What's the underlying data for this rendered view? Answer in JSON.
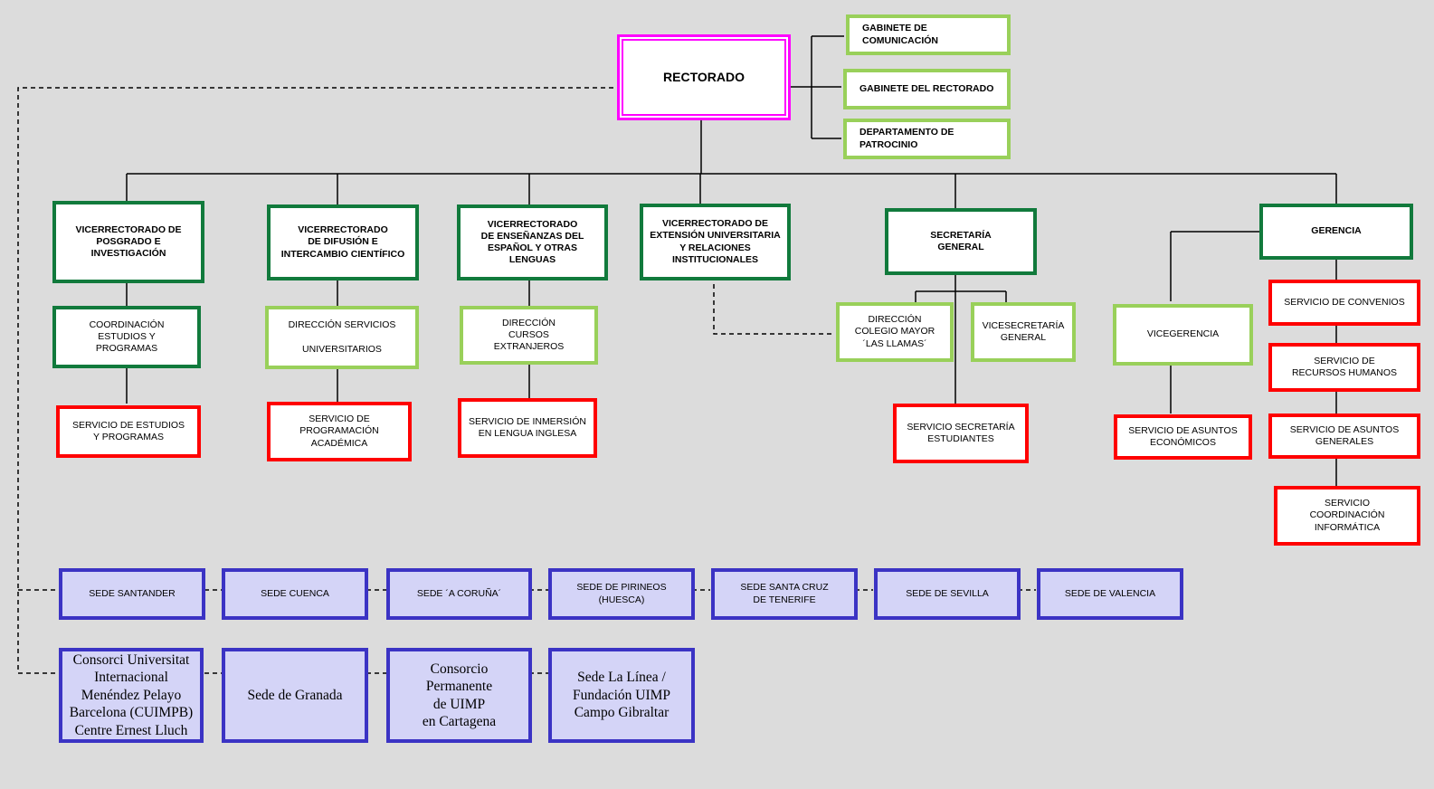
{
  "colors": {
    "background": "#dcdcdc",
    "rector_border": "#ff00ff",
    "dark_green": "#117a3c",
    "light_green": "#99d05a",
    "red": "#ff0000",
    "blue": "#3b33c4",
    "sede_fill": "#d4d4f7"
  },
  "rectorado": "RECTORADO",
  "side": {
    "gabinete_comunicacion": "GABINETE DE\nCOMUNICACIÓN",
    "gabinete_rectorado": "GABINETE DEL RECTORADO",
    "patrocinio": "DEPARTAMENTO DE\nPATROCINIO"
  },
  "vicerrectorados": {
    "posgrado": "VICERRECTORADO DE\nPOSGRADO E\nINVESTIGACIÓN",
    "difusion": "VICERRECTORADO\nDE DIFUSIÓN E\nINTERCAMBIO CIENTÍFICO",
    "espanol": "VICERRECTORADO\nDE ENSEÑANZAS DEL\nESPAÑOL Y OTRAS\nLENGUAS",
    "extension": "VICERRECTORADO DE\nEXTENSIÓN UNIVERSITARIA\nY RELACIONES\nINSTITUCIONALES",
    "secretaria": "SECRETARÍA\nGENERAL",
    "gerencia": "GERENCIA"
  },
  "second_level": {
    "coordinacion": "COORDINACIÓN\nESTUDIOS Y\nPROGRAMAS",
    "direccion_servicios": "DIRECCIÓN SERVICIOS\n\nUNIVERSITARIOS",
    "direccion_cursos": "DIRECCIÓN\nCURSOS\nEXTRANJEROS",
    "colegio_mayor": "DIRECCIÓN\nCOLEGIO MAYOR\n´LAS LLAMAS´",
    "vicesecretaria": "VICESECRETARÍA\nGENERAL",
    "vicegerencia": "VICEGERENCIA"
  },
  "services": {
    "estudios": "SERVICIO DE ESTUDIOS\nY PROGRAMAS",
    "programacion": "SERVICIO DE\nPROGRAMACIÓN\nACADÉMICA",
    "inmersion": "SERVICIO DE INMERSIÓN\nEN LENGUA INGLESA",
    "secretaria_estudiantes": "SERVICIO  SECRETARÍA\nESTUDIANTES",
    "asuntos_economicos": "SERVICIO DE ASUNTOS\nECONÓMICOS",
    "convenios": "SERVICIO DE CONVENIOS",
    "recursos_humanos": "SERVICIO DE\nRECURSOS HUMANOS",
    "asuntos_generales": "SERVICIO DE ASUNTOS\nGENERALES",
    "informatica": "SERVICIO\nCOORDINACIÓN\nINFORMÁTICA"
  },
  "sedes": [
    "SEDE SANTANDER",
    "SEDE CUENCA",
    "SEDE ´A CORUÑA´",
    "SEDE DE PIRINEOS\n(HUESCA)",
    "SEDE SANTA CRUZ\nDE TENERIFE",
    "SEDE DE SEVILLA",
    "SEDE DE VALENCIA"
  ],
  "consorcios": [
    "Consorci Universitat\nInternacional\nMenéndez Pelayo\nBarcelona (CUIMPB)\nCentre Ernest Lluch",
    "Sede de Granada",
    "Consorcio\nPermanente\nde UIMP\nen Cartagena",
    "Sede La Línea /\nFundación UIMP\nCampo Gibraltar"
  ]
}
